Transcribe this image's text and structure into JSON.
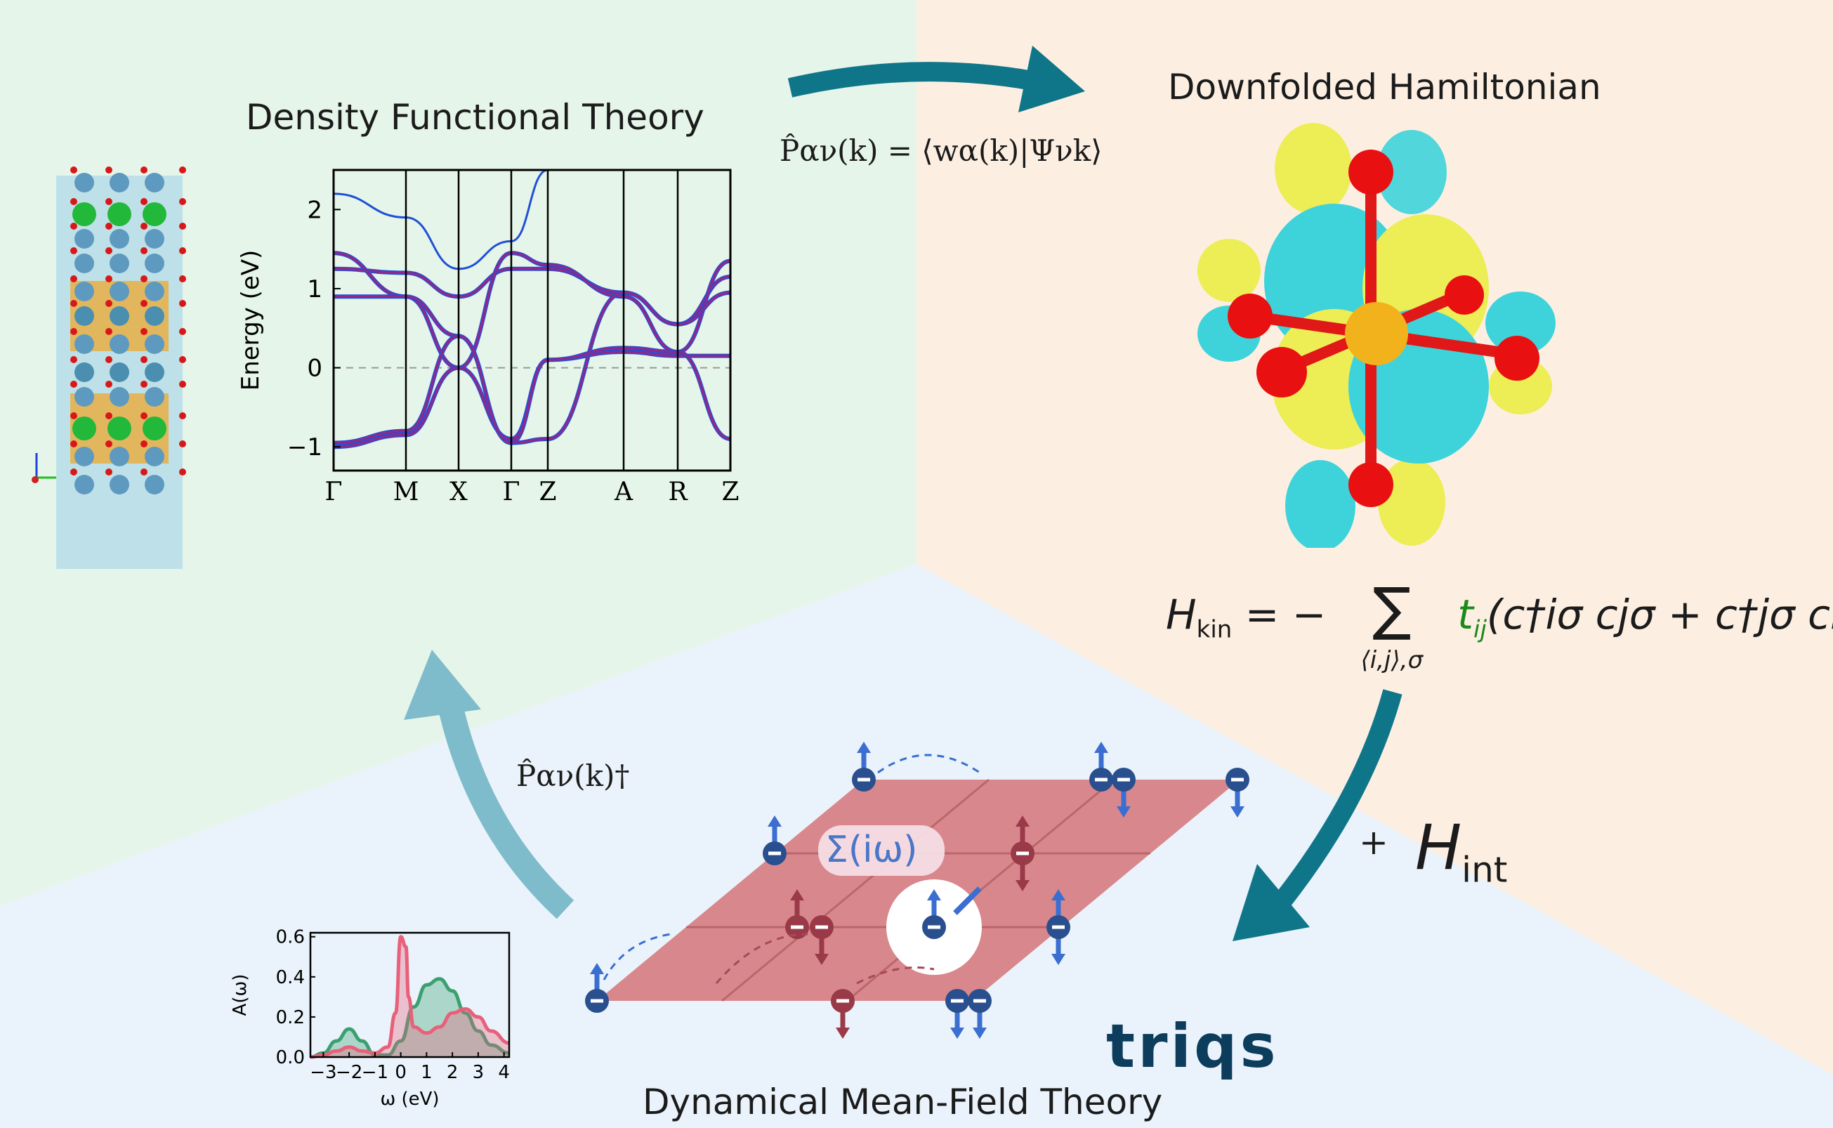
{
  "sections": {
    "dft_title": "Density Functional Theory",
    "hamiltonian_title": "Downfolded Hamiltonian",
    "dmft_title": "Dynamical Mean-Field Theory"
  },
  "equations": {
    "projector": "P̂αν(k) = ⟨wα(k)|Ψνk⟩",
    "projector_dagger": "P̂αν(k)†",
    "h_kin_lhs": "H",
    "h_kin_sub": "kin",
    "h_kin_eq": " = −",
    "h_kin_sum": "∑",
    "h_kin_sum_sub": "⟨i,j⟩,σ",
    "h_kin_t": "t",
    "h_kin_t_sub": "ij",
    "h_kin_rhs": "(c†iσ cjσ + c†jσ ciσ)",
    "h_int_plus": "+",
    "h_int": "H",
    "h_int_sub": "int",
    "self_energy": "Σ(iω)"
  },
  "logo": "triqs",
  "colors": {
    "dft_bg": "#e6f5e9",
    "ham_bg": "#fcefe2",
    "dmft_bg": "#eaf3fb",
    "arrow_dark": "#0f7689",
    "arrow_light": "#7fbccb",
    "band_blue": "#2050d8",
    "band_purple": "#8b2a8c",
    "lattice": "#d67c7f",
    "green_curve": "#3aa070",
    "pink_curve": "#e8607a",
    "orbital_yellow": "#eded55",
    "orbital_cyan": "#3ed3db",
    "atom_red": "#e81010"
  },
  "chart_data": [
    {
      "type": "line",
      "title": "",
      "xlabel": "",
      "ylabel": "Energy (eV)",
      "x_tick_labels": [
        "Γ",
        "M",
        "X",
        "Γ",
        "Z",
        "A",
        "R",
        "Z"
      ],
      "y_ticks": [
        -1,
        0,
        1,
        2
      ],
      "ylim": [
        -1.3,
        2.5
      ],
      "zero_line": "dashed",
      "series": [
        {
          "values": [
            2.2,
            1.9,
            1.25,
            1.6,
            2.5,
            2.5,
            2.5,
            2.5
          ]
        },
        {
          "values": [
            1.25,
            1.2,
            0.9,
            1.25,
            1.25,
            0.95,
            0.55,
            1.15
          ]
        },
        {
          "values": [
            1.45,
            0.9,
            0.0,
            1.45,
            1.3,
            0.9,
            0.2,
            1.35
          ]
        },
        {
          "values": [
            0.9,
            0.9,
            0.4,
            -0.95,
            -0.9,
            0.95,
            0.55,
            0.95
          ]
        },
        {
          "values": [
            -1.0,
            -0.85,
            0.0,
            -0.9,
            0.1,
            0.2,
            0.15,
            0.15
          ]
        },
        {
          "values": [
            -0.95,
            -0.8,
            0.4,
            -0.95,
            0.1,
            0.25,
            0.2,
            -0.9
          ]
        }
      ]
    },
    {
      "type": "area",
      "title": "",
      "xlabel": "ω (eV)",
      "ylabel": "A(ω)",
      "x_ticks": [
        -3,
        -2,
        -1,
        0,
        1,
        2,
        3,
        4
      ],
      "x_tick_labels": [
        "−3",
        "−2",
        "−1",
        "0",
        "1",
        "2",
        "3",
        "4"
      ],
      "y_ticks": [
        0.0,
        0.2,
        0.4,
        0.6
      ],
      "y_tick_labels": [
        "0.0",
        "0.2",
        "0.4",
        "0.6"
      ],
      "xlim": [
        -3.5,
        4.2
      ],
      "ylim": [
        0,
        0.62
      ],
      "series": [
        {
          "x": [
            -3.5,
            -3.0,
            -2.5,
            -2.0,
            -1.5,
            -1.0,
            -0.5,
            0.0,
            0.5,
            1.0,
            1.5,
            2.0,
            2.5,
            3.0,
            3.5,
            4.2
          ],
          "values": [
            0.0,
            0.02,
            0.08,
            0.14,
            0.08,
            0.01,
            0.01,
            0.08,
            0.25,
            0.36,
            0.39,
            0.33,
            0.22,
            0.13,
            0.06,
            0.02
          ]
        },
        {
          "x": [
            -3.5,
            -3.0,
            -2.5,
            -2.0,
            -1.5,
            -1.0,
            -0.5,
            -0.2,
            0.0,
            0.2,
            0.3,
            0.5,
            1.0,
            1.5,
            2.0,
            2.5,
            3.0,
            3.5,
            4.2
          ],
          "values": [
            0.0,
            0.01,
            0.03,
            0.05,
            0.03,
            0.02,
            0.05,
            0.22,
            0.6,
            0.55,
            0.3,
            0.15,
            0.12,
            0.15,
            0.22,
            0.24,
            0.2,
            0.13,
            0.07
          ]
        }
      ]
    }
  ]
}
